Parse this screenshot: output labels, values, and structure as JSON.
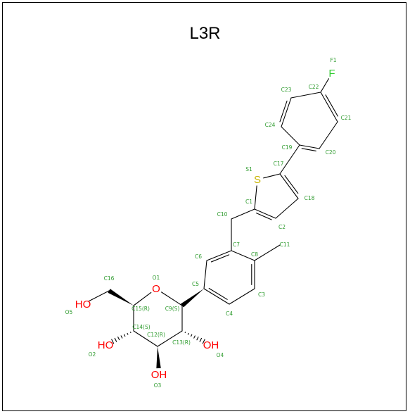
{
  "title": "L3R",
  "colors": {
    "bond": "#000000",
    "carbon_label": "#2e9b2e",
    "oxygen": "#ff0000",
    "sulfur": "#c8b400",
    "fluorine": "#33cc33"
  },
  "atoms": [
    {
      "id": "F1",
      "symbol": "F",
      "label": "F1",
      "stereo": ""
    },
    {
      "id": "C22",
      "symbol": "C",
      "label": "C22",
      "stereo": ""
    },
    {
      "id": "C23",
      "symbol": "C",
      "label": "C23",
      "stereo": ""
    },
    {
      "id": "C21",
      "symbol": "C",
      "label": "C21",
      "stereo": ""
    },
    {
      "id": "C24",
      "symbol": "C",
      "label": "C24",
      "stereo": ""
    },
    {
      "id": "C20",
      "symbol": "C",
      "label": "C20",
      "stereo": ""
    },
    {
      "id": "C19",
      "symbol": "C",
      "label": "C19",
      "stereo": ""
    },
    {
      "id": "C17",
      "symbol": "C",
      "label": "C17",
      "stereo": ""
    },
    {
      "id": "S1",
      "symbol": "S",
      "label": "S1",
      "stereo": ""
    },
    {
      "id": "C1",
      "symbol": "C",
      "label": "C1",
      "stereo": ""
    },
    {
      "id": "C18",
      "symbol": "C",
      "label": "C18",
      "stereo": ""
    },
    {
      "id": "C2",
      "symbol": "C",
      "label": "C2",
      "stereo": ""
    },
    {
      "id": "C10",
      "symbol": "C",
      "label": "C10",
      "stereo": ""
    },
    {
      "id": "C7",
      "symbol": "C",
      "label": "C7",
      "stereo": ""
    },
    {
      "id": "C8",
      "symbol": "C",
      "label": "C8",
      "stereo": ""
    },
    {
      "id": "C11",
      "symbol": "C",
      "label": "C11",
      "stereo": ""
    },
    {
      "id": "C6",
      "symbol": "C",
      "label": "C6",
      "stereo": ""
    },
    {
      "id": "C5",
      "symbol": "C",
      "label": "C5",
      "stereo": ""
    },
    {
      "id": "C3",
      "symbol": "C",
      "label": "C3",
      "stereo": ""
    },
    {
      "id": "C4",
      "symbol": "C",
      "label": "C4",
      "stereo": ""
    },
    {
      "id": "C9",
      "symbol": "C",
      "label": "C9(S)",
      "stereo": "S"
    },
    {
      "id": "O1",
      "symbol": "O",
      "label": "O1",
      "stereo": ""
    },
    {
      "id": "C15",
      "symbol": "C",
      "label": "C15(R)",
      "stereo": "R"
    },
    {
      "id": "C16",
      "symbol": "C",
      "label": "C16",
      "stereo": ""
    },
    {
      "id": "O5",
      "symbol": "O",
      "label": "O5",
      "text": "HO",
      "stereo": ""
    },
    {
      "id": "C14",
      "symbol": "C",
      "label": "C14(S)",
      "stereo": "S"
    },
    {
      "id": "C13",
      "symbol": "C",
      "label": "C13(R)",
      "stereo": "R"
    },
    {
      "id": "C12",
      "symbol": "C",
      "label": "C12(R)",
      "stereo": "R"
    },
    {
      "id": "O2",
      "symbol": "O",
      "label": "O2",
      "text": "HO",
      "stereo": ""
    },
    {
      "id": "O4",
      "symbol": "O",
      "label": "O4",
      "text": "OH",
      "stereo": ""
    },
    {
      "id": "O3",
      "symbol": "O",
      "label": "O3",
      "text": "OH",
      "stereo": ""
    }
  ],
  "bonds": [
    {
      "a": "C22",
      "b": "F1",
      "order": 1
    },
    {
      "a": "C22",
      "b": "C23",
      "order": 1
    },
    {
      "a": "C23",
      "b": "C24",
      "order": 2
    },
    {
      "a": "C24",
      "b": "C19",
      "order": 1
    },
    {
      "a": "C19",
      "b": "C20",
      "order": 2
    },
    {
      "a": "C20",
      "b": "C21",
      "order": 1
    },
    {
      "a": "C21",
      "b": "C22",
      "order": 2
    },
    {
      "a": "C19",
      "b": "C17",
      "order": 1
    },
    {
      "a": "C17",
      "b": "S1",
      "order": 1
    },
    {
      "a": "S1",
      "b": "C1",
      "order": 1
    },
    {
      "a": "C1",
      "b": "C2",
      "order": 2
    },
    {
      "a": "C2",
      "b": "C18",
      "order": 1
    },
    {
      "a": "C18",
      "b": "C17",
      "order": 2
    },
    {
      "a": "C1",
      "b": "C10",
      "order": 1
    },
    {
      "a": "C10",
      "b": "C7",
      "order": 1
    },
    {
      "a": "C7",
      "b": "C8",
      "order": 1
    },
    {
      "a": "C8",
      "b": "C3",
      "order": 2
    },
    {
      "a": "C3",
      "b": "C4",
      "order": 1
    },
    {
      "a": "C4",
      "b": "C5",
      "order": 2
    },
    {
      "a": "C5",
      "b": "C6",
      "order": 1
    },
    {
      "a": "C6",
      "b": "C7",
      "order": 2
    },
    {
      "a": "C8",
      "b": "C11",
      "order": 1
    },
    {
      "a": "C5",
      "b": "C9",
      "order": 1,
      "stereo": "wedge"
    },
    {
      "a": "C9",
      "b": "O1",
      "order": 1
    },
    {
      "a": "O1",
      "b": "C15",
      "order": 1
    },
    {
      "a": "C15",
      "b": "C16",
      "order": 1,
      "stereo": "wedge"
    },
    {
      "a": "C16",
      "b": "O5",
      "order": 1
    },
    {
      "a": "C15",
      "b": "C14",
      "order": 1
    },
    {
      "a": "C14",
      "b": "C12",
      "order": 1
    },
    {
      "a": "C12",
      "b": "C13",
      "order": 1
    },
    {
      "a": "C13",
      "b": "C9",
      "order": 1
    },
    {
      "a": "C14",
      "b": "O2",
      "order": 1,
      "stereo": "hash"
    },
    {
      "a": "C13",
      "b": "O4",
      "order": 1,
      "stereo": "hash"
    },
    {
      "a": "C12",
      "b": "O3",
      "order": 1,
      "stereo": "wedge"
    }
  ]
}
